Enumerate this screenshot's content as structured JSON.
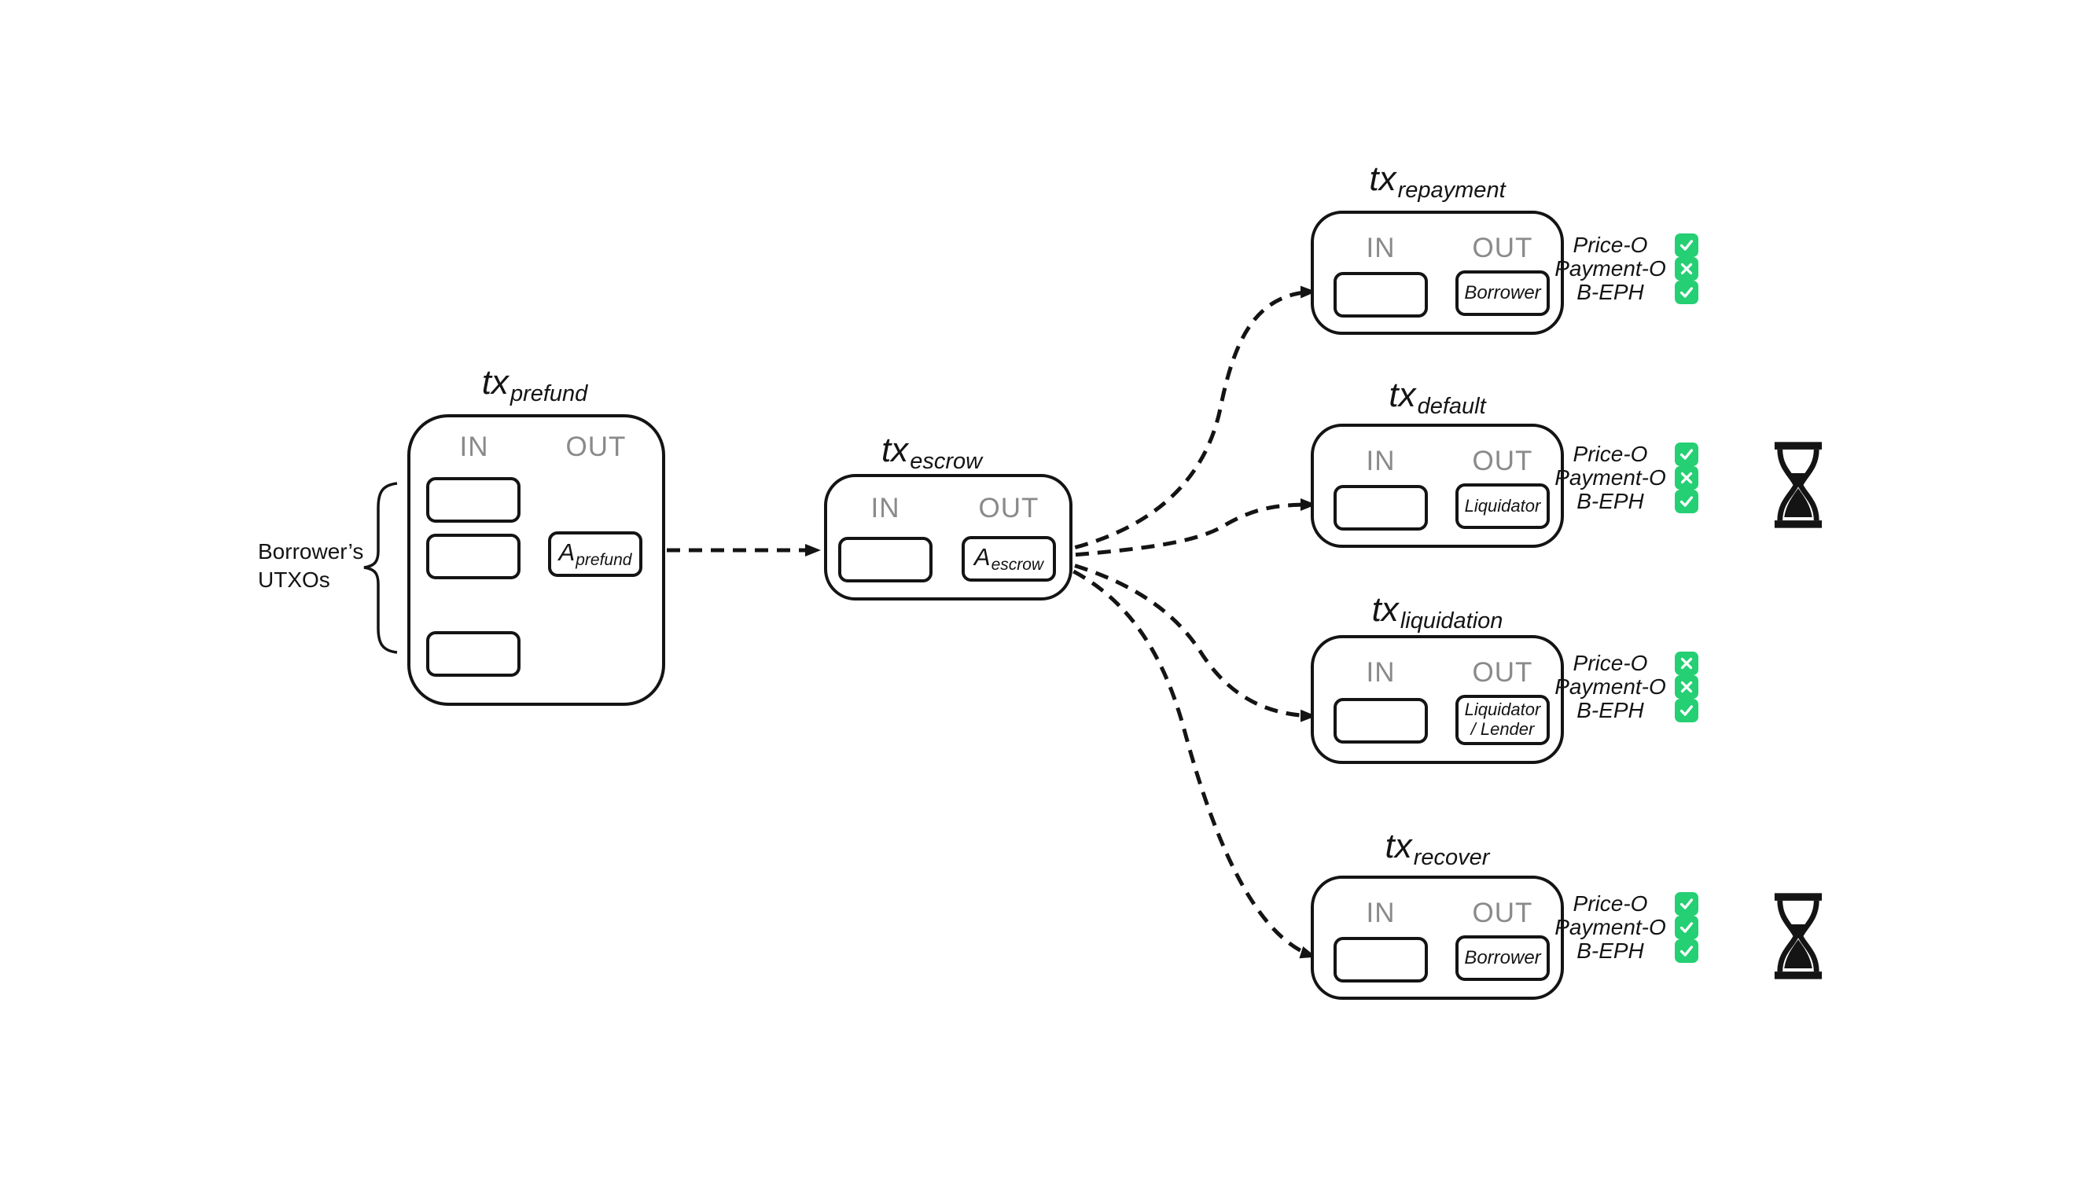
{
  "colors": {
    "status_green": "#25CF74",
    "io_label_gray": "#8a8a8a",
    "line_black": "#141414",
    "background": "#ffffff"
  },
  "icons": {
    "pass": "check-icon",
    "fail": "cross-icon",
    "timelock": "hourglass-icon",
    "inputs_group": "curly-brace"
  },
  "prefund": {
    "title": {
      "main": "tx",
      "sub": "prefund"
    },
    "in_label": "IN",
    "out_label": "OUT",
    "brace_label_line1": "Borrower’s",
    "brace_label_line2": "UTXOs",
    "output": {
      "main": "A",
      "sub": "prefund"
    }
  },
  "escrow": {
    "title": {
      "main": "tx",
      "sub": "escrow"
    },
    "in_label": "IN",
    "out_label": "OUT",
    "output": {
      "main": "A",
      "sub": "escrow"
    }
  },
  "spend_paths": [
    {
      "key": "repayment",
      "title": {
        "main": "tx",
        "sub": "repayment"
      },
      "in_label": "IN",
      "out_label": "OUT",
      "output_label": "Borrower",
      "output_label_line2": "",
      "conditions": [
        {
          "label": "Price-O",
          "result": "pass"
        },
        {
          "label": "Payment-O",
          "result": "fail"
        },
        {
          "label": "B-EPH",
          "result": "pass"
        }
      ],
      "timelock": "hidden"
    },
    {
      "key": "default",
      "title": {
        "main": "tx",
        "sub": "default"
      },
      "in_label": "IN",
      "out_label": "OUT",
      "output_label": "Liquidator",
      "output_label_line2": "",
      "conditions": [
        {
          "label": "Price-O",
          "result": "pass"
        },
        {
          "label": "Payment-O",
          "result": "fail"
        },
        {
          "label": "B-EPH",
          "result": "pass"
        }
      ],
      "timelock": "shown"
    },
    {
      "key": "liquidation",
      "title": {
        "main": "tx",
        "sub": "liquidation"
      },
      "in_label": "IN",
      "out_label": "OUT",
      "output_label": "Liquidator",
      "output_label_line2": "/ Lender",
      "conditions": [
        {
          "label": "Price-O",
          "result": "fail"
        },
        {
          "label": "Payment-O",
          "result": "fail"
        },
        {
          "label": "B-EPH",
          "result": "pass"
        }
      ],
      "timelock": "hidden"
    },
    {
      "key": "recover",
      "title": {
        "main": "tx",
        "sub": "recover"
      },
      "in_label": "IN",
      "out_label": "OUT",
      "output_label": "Borrower",
      "output_label_line2": "",
      "conditions": [
        {
          "label": "Price-O",
          "result": "pass"
        },
        {
          "label": "Payment-O",
          "result": "pass"
        },
        {
          "label": "B-EPH",
          "result": "pass"
        }
      ],
      "timelock": "shown"
    }
  ]
}
